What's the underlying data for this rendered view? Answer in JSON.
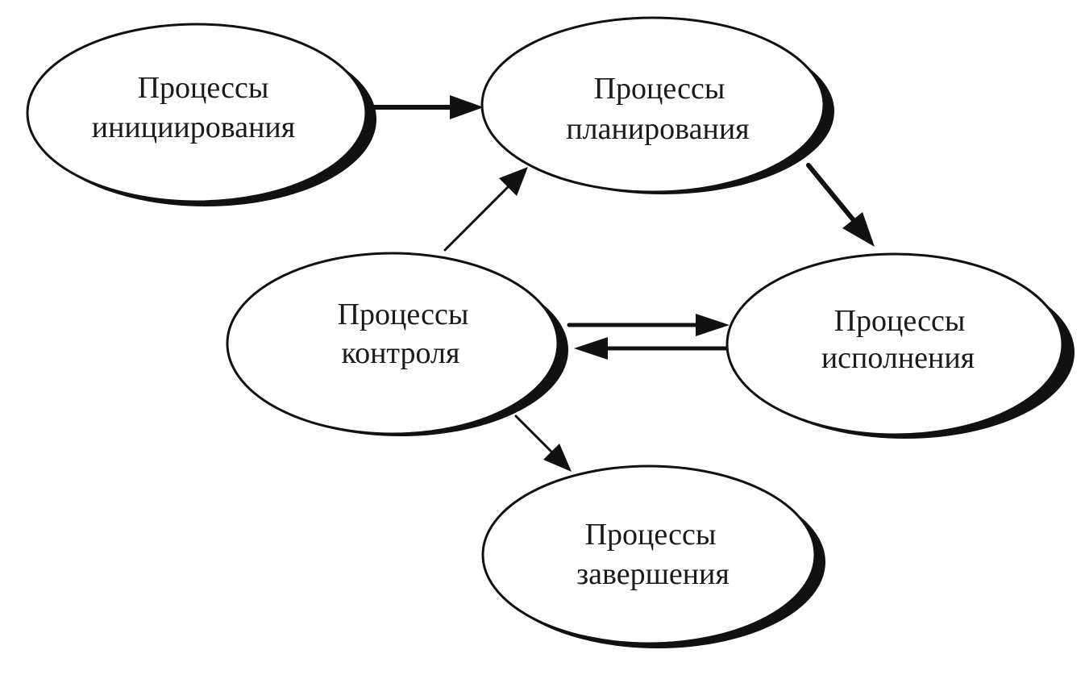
{
  "diagram": {
    "nodes": [
      {
        "id": "initiation",
        "line1": "Процессы",
        "line2": "инициирования"
      },
      {
        "id": "planning",
        "line1": "Процессы",
        "line2": "планирования"
      },
      {
        "id": "control",
        "line1": "Процессы",
        "line2": "контроля"
      },
      {
        "id": "execution",
        "line1": "Процессы",
        "line2": "исполнения"
      },
      {
        "id": "closing",
        "line1": "Процессы",
        "line2": "завершения"
      }
    ],
    "edges": [
      {
        "from": "initiation",
        "to": "planning"
      },
      {
        "from": "planning",
        "to": "execution"
      },
      {
        "from": "control",
        "to": "planning"
      },
      {
        "from": "control",
        "to": "execution"
      },
      {
        "from": "execution",
        "to": "control"
      },
      {
        "from": "control",
        "to": "closing"
      }
    ],
    "colors": {
      "ink": "#111111",
      "fill": "#ffffff",
      "text": "#1a1a1a"
    }
  }
}
